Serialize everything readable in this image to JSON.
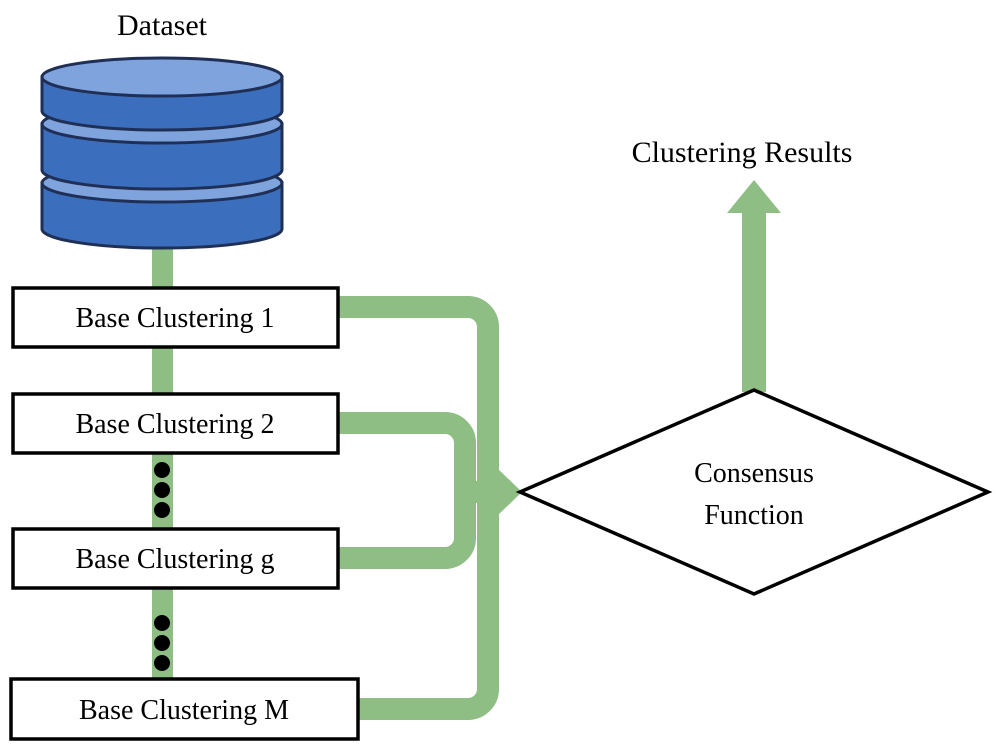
{
  "diagram": {
    "title_dataset": "Dataset",
    "title_results": "Clustering Results",
    "consensus_line1": "Consensus",
    "consensus_line2": "Function",
    "base_clusterings": [
      {
        "label": "Base Clustering 1"
      },
      {
        "label": "Base Clustering 2"
      },
      {
        "label": "Base Clustering g"
      },
      {
        "label": "Base Clustering M"
      }
    ],
    "ellipsis_marks": [
      {
        "name": "vertical-ellipsis-upper"
      },
      {
        "name": "vertical-ellipsis-lower"
      }
    ],
    "colors": {
      "flow_green": "#8EBE84",
      "cylinder_body": "#3C6EBE",
      "cylinder_top": "#7FA3DC",
      "stroke_dark": "#1F2F55",
      "outline_black": "#000000",
      "background": "#FFFFFF"
    }
  }
}
